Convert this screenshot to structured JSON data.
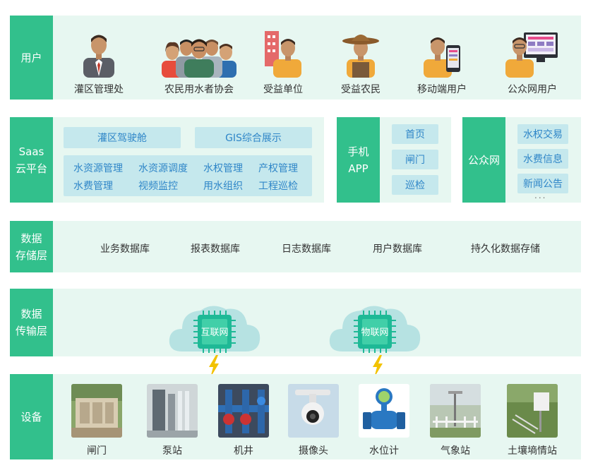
{
  "layers": {
    "users": "用户",
    "saas": "Saas\n云平台",
    "storage": "数据\n存储层",
    "transport": "数据\n传输层",
    "devices": "设备"
  },
  "users": [
    {
      "label": "灌区管理处",
      "icon": "manager-icon"
    },
    {
      "label": "农民用水者协会",
      "icon": "group-icon"
    },
    {
      "label": "受益单位",
      "icon": "company-person-icon"
    },
    {
      "label": "受益农民",
      "icon": "farmer-icon"
    },
    {
      "label": "移动端用户",
      "icon": "mobile-user-icon"
    },
    {
      "label": "公众网用户",
      "icon": "web-user-icon"
    }
  ],
  "saas": {
    "top_buttons": [
      "灌区驾驶舱",
      "GIS综合展示"
    ],
    "modules": [
      [
        "水资源管理",
        "水资源调度",
        "水权管理",
        "产权管理"
      ],
      [
        "水费管理",
        "视频监控",
        "用水组织",
        "工程巡检"
      ]
    ],
    "mobile": {
      "title": "手机\nAPP",
      "items": [
        "首页",
        "闸门",
        "巡检"
      ]
    },
    "public": {
      "title": "公众网",
      "items": [
        "水权交易",
        "水费信息",
        "新闻公告"
      ],
      "more": "..."
    }
  },
  "storage": [
    "业务数据库",
    "报表数据库",
    "日志数据库",
    "用户数据库",
    "持久化数据存储"
  ],
  "transport": [
    "互联网",
    "物联网"
  ],
  "devices": [
    {
      "label": "闸门",
      "icon": "sluice-gate-photo"
    },
    {
      "label": "泵站",
      "icon": "pump-station-photo"
    },
    {
      "label": "机井",
      "icon": "well-pipes-photo"
    },
    {
      "label": "摄像头",
      "icon": "camera-photo"
    },
    {
      "label": "水位计",
      "icon": "flow-meter-photo"
    },
    {
      "label": "气象站",
      "icon": "weather-station-photo"
    },
    {
      "label": "土壤墒情站",
      "icon": "soil-station-photo"
    }
  ],
  "colors": {
    "label_green": "#32c08c",
    "panel_bg": "#e7f7f1",
    "button_bg": "#c5e8ed",
    "button_text": "#2f86c8",
    "lightning": "#f2c200"
  }
}
